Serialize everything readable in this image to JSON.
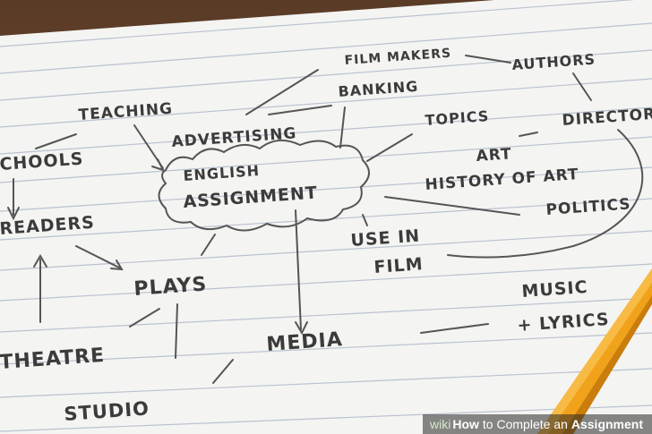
{
  "watermark": {
    "brand": "wiki",
    "how": "How",
    "middle": "to Complete an",
    "assignment": "Assignment"
  },
  "mindmap": {
    "center_line1": "ENGLISH",
    "center_line2": "ASSIGNMENT",
    "words": {
      "film_makers": "FILM MAKERS",
      "authors": "AUTHORS",
      "banking": "BANKING",
      "teaching": "TEACHING",
      "advertising": "ADVERTISING",
      "topics": "TOPICS",
      "directors": "DIRECTORS",
      "schools": "CHOOLS",
      "art": "ART",
      "history_of_art": "HISTORY OF ART",
      "politics": "POLITICS",
      "readers": "READERS",
      "use_in": "USE IN",
      "film": "FILM",
      "plays": "PLAYS",
      "music": "MUSIC",
      "lyrics": "+ LYRICS",
      "theatre": "THEATRE",
      "media": "MEDIA",
      "studio": "STUDIO"
    }
  },
  "colors": {
    "paper": "#f4f4f2",
    "rule_line": "#b9c2cf",
    "pencil_body": "#f0a21a",
    "pencil_wood": "#e8c48a"
  }
}
